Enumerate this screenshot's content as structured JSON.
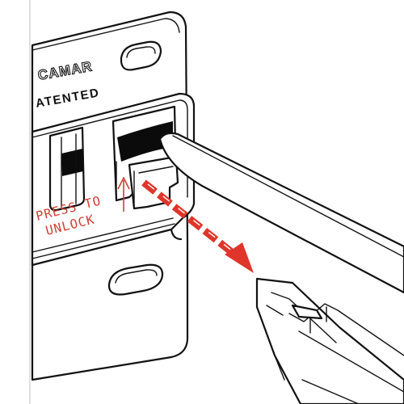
{
  "brand": {
    "logo_text": "CAMAR",
    "patent_text": "ATENTED"
  },
  "instruction": {
    "line1": "PRESS TO",
    "line2": "UNLOCK"
  },
  "colors": {
    "arrow": "#e0352b",
    "instruction_text": "#cf3f33",
    "line_art": "#111111",
    "background": "#ffffff"
  },
  "icons": {
    "press_direction": "up-arrow-icon",
    "removal_direction": "dashed-arrow-icon"
  }
}
